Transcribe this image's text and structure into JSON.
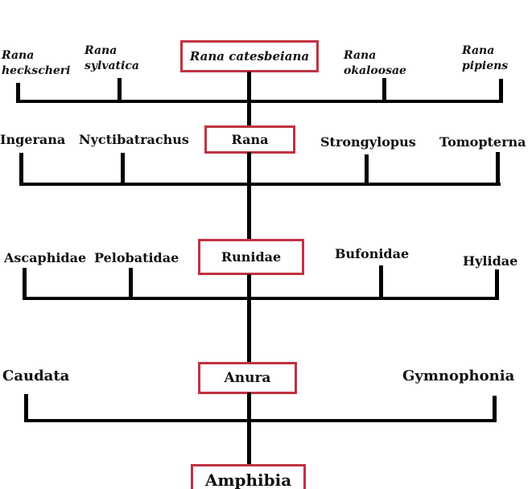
{
  "diagram": {
    "levels": [
      {
        "focus": "Rana catesbeiana",
        "left": [
          "Rana heckscheri",
          "Rana sylvatica"
        ],
        "right": [
          "Rana okaloosae",
          "Rana pipiens"
        ]
      },
      {
        "focus": "Rana",
        "left": [
          "Ingerana",
          "Nyctibatrachus"
        ],
        "right": [
          "Strongylopus",
          "Tomopterna"
        ]
      },
      {
        "focus": "Runidae",
        "left": [
          "Ascaphidae",
          "Pelobatidae"
        ],
        "right": [
          "Bufonidae",
          "Hylidae"
        ]
      },
      {
        "focus": "Anura",
        "left": [
          "Caudata"
        ],
        "right": [
          "Gymnophonia"
        ]
      },
      {
        "focus": "Amphibia",
        "left": [],
        "right": []
      }
    ],
    "colors": {
      "box_border": "#c03240",
      "line": "#000000",
      "text": "#111111",
      "background": "#ffffff"
    }
  }
}
